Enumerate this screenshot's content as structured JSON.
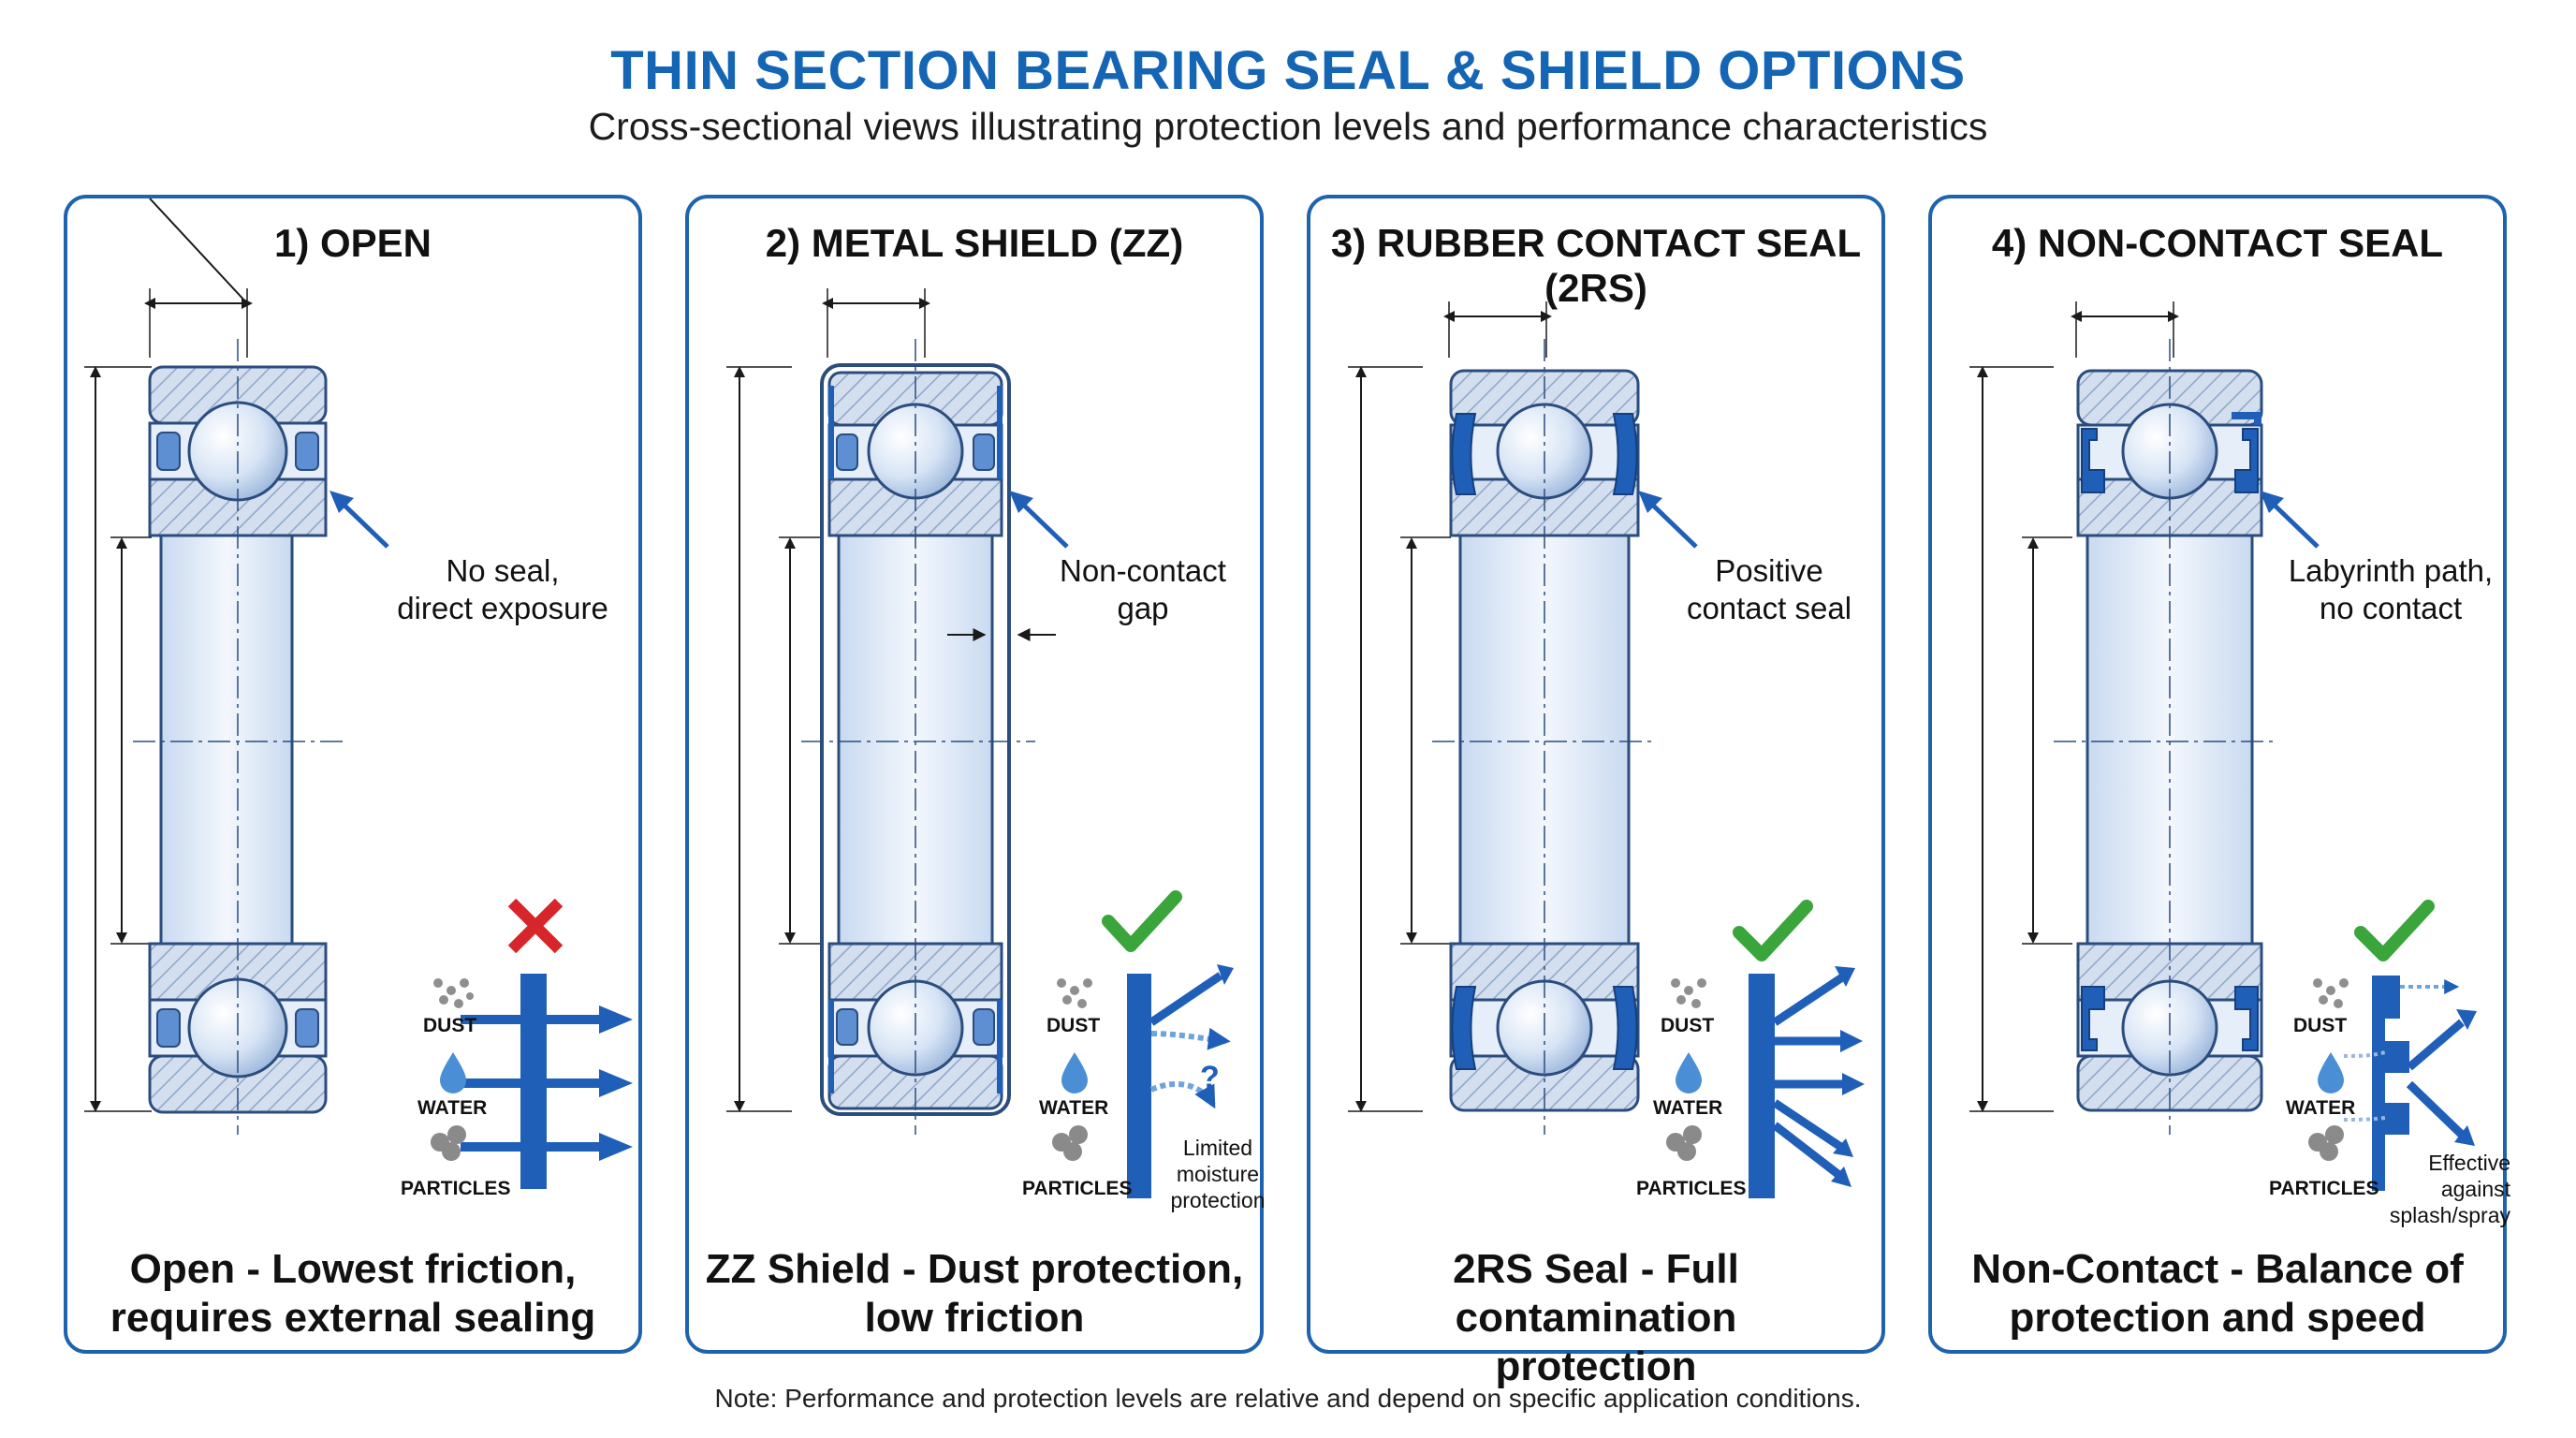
{
  "header": {
    "title": "THIN SECTION BEARING SEAL & SHIELD OPTIONS",
    "subtitle": "Cross-sectional views illustrating protection levels and performance characteristics"
  },
  "contaminants": {
    "dust": "DUST",
    "water": "WATER",
    "particles": "PARTICLES"
  },
  "panels": [
    {
      "title": "1) OPEN",
      "callout": [
        "No seal,",
        "direct exposure"
      ],
      "verdict": "cross",
      "caption": [
        "Open - Lowest friction,",
        "requires external sealing"
      ]
    },
    {
      "title": "2) METAL SHIELD (ZZ)",
      "callout": [
        "Non-contact",
        "gap"
      ],
      "verdict": "check",
      "side_note": [
        "Limited",
        "moisture",
        "protection"
      ],
      "caption": [
        "ZZ Shield - Dust protection,",
        "low friction"
      ]
    },
    {
      "title": "3) RUBBER CONTACT SEAL (2RS)",
      "callout": [
        "Positive",
        "contact seal"
      ],
      "verdict": "check",
      "caption": [
        "2RS Seal - Full contamination",
        "protection"
      ]
    },
    {
      "title": "4) NON-CONTACT SEAL",
      "callout": [
        "Labyrinth path,",
        "no contact"
      ],
      "verdict": "check",
      "side_note": [
        "Effective",
        "against",
        "splash/spray"
      ],
      "caption": [
        "Non-Contact - Balance of",
        "protection and speed"
      ]
    }
  ],
  "footer": {
    "note": "Note: Performance and protection levels are relative and depend on specific application conditions."
  },
  "colors": {
    "accent": "#1565b5",
    "panel_border": "#1e63ad",
    "ring_fill": "#d3deee",
    "seal_blue": "#1f5fb8",
    "check_green": "#3aa53a",
    "cross_red": "#d6262c"
  }
}
